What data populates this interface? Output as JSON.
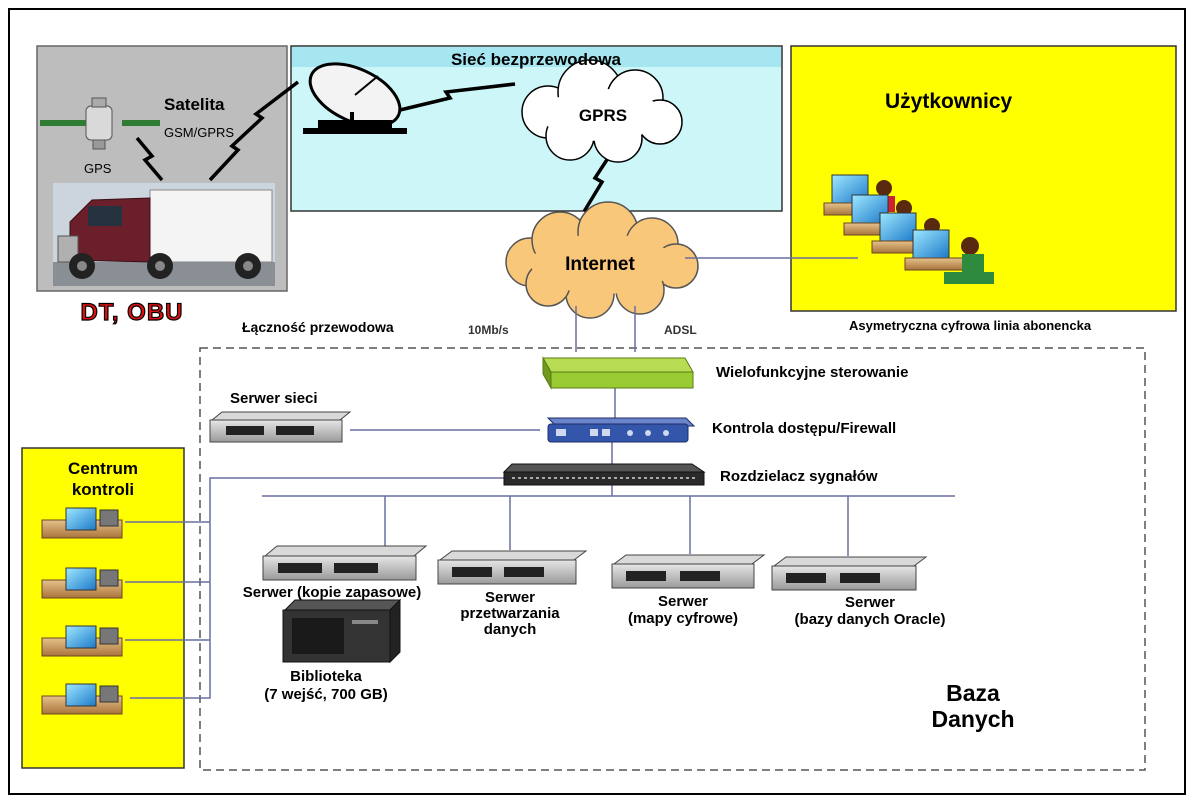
{
  "wireless": {
    "title": "Sieć bezprzewodowa",
    "gprs": "GPRS"
  },
  "vehicle": {
    "satellite": "Satelita",
    "gsm": "GSM/GPRS",
    "gps": "GPS",
    "badge": "DT, OBU"
  },
  "users": {
    "title": "Użytkownicy",
    "adsl_caption": "Asymetryczna cyfrowa linia abonencka"
  },
  "internet": {
    "label": "Internet",
    "wired": "Łączność przewodowa",
    "speed": "10Mb/s",
    "adsl": "ADSL"
  },
  "network": {
    "multifunction": "Wielofunkcyjne sterowanie",
    "network_server": "Serwer sieci",
    "firewall": "Kontrola dostępu/Firewall",
    "splitter": "Rozdzielacz sygnałów"
  },
  "control_center": {
    "title_line1": "Centrum",
    "title_line2": "kontroli"
  },
  "servers": [
    {
      "lines": [
        "Serwer (kopie zapasowe)"
      ]
    },
    {
      "lines": [
        "Serwer",
        "przetwarzania",
        "danych"
      ]
    },
    {
      "lines": [
        "Serwer",
        "(mapy cyfrowe)"
      ]
    },
    {
      "lines": [
        "Serwer",
        "(bazy danych Oracle)"
      ]
    }
  ],
  "library": {
    "line1": "Biblioteka",
    "line2": "(7 wejść, 700 GB)"
  },
  "database": {
    "line1": "Baza",
    "line2": "Danych"
  },
  "colors": {
    "wireless_bg": "#ccf6f8",
    "wireless_header": "#a6e6f0",
    "users_bg": "#ffff00",
    "control_bg": "#ffff00",
    "vehicle_bg": "#bdbdbd",
    "internet_cloud": "#f9c77a",
    "multifunction": "#99cc33",
    "firewall": "#3355aa",
    "badge": "#dd1111"
  },
  "icons": [
    "satellite-icon",
    "satellite-dish-icon",
    "truck-icon",
    "cloud-icon",
    "computer-workstation-icon",
    "server-icon",
    "router-icon",
    "firewall-icon",
    "switch-icon",
    "tape-library-icon",
    "lightning-link-icon"
  ]
}
